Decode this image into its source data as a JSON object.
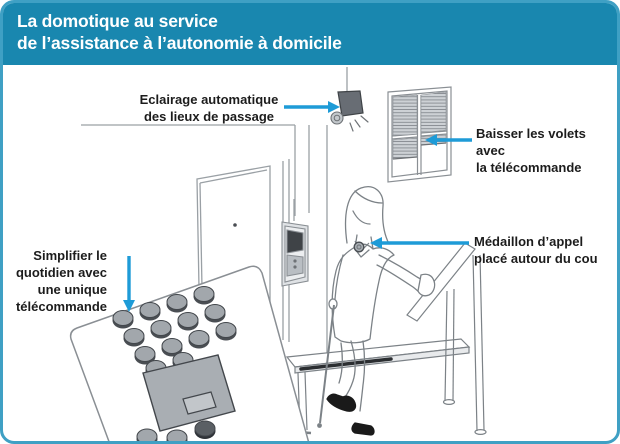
{
  "header": {
    "title_lines": [
      "La domotique au service",
      "de l’assistance à l’autonomie à domicile"
    ]
  },
  "annotations": {
    "lighting": {
      "lines": [
        "Eclairage automatique",
        "des lieux de passage"
      ]
    },
    "shutters": {
      "lines": [
        "Baisser les volets avec",
        "la télécommande"
      ]
    },
    "medallion": {
      "lines": [
        "Médaillon d’appel",
        "placé autour du cou"
      ]
    },
    "remote": {
      "lines": [
        "Simplifier le",
        "quotidien avec",
        "une unique",
        "télécommande"
      ]
    }
  },
  "colors": {
    "header_bg": "#1987af",
    "frame_border": "#3fa0c4",
    "arrow": "#1e9bd7",
    "annotation_text": "#1c1c1c",
    "title_text": "#ffffff",
    "lamp_shade": "#686d74",
    "button_gray": "#a2a7ac",
    "line_gray": "#8a8f94"
  },
  "scene": {
    "elements": [
      "wall-lamp",
      "window-with-lowered-blinds",
      "entry-door",
      "door-handle",
      "wall-intercom",
      "person-with-cane",
      "call-medallion",
      "universal-remote",
      "bench",
      "handrail"
    ]
  }
}
